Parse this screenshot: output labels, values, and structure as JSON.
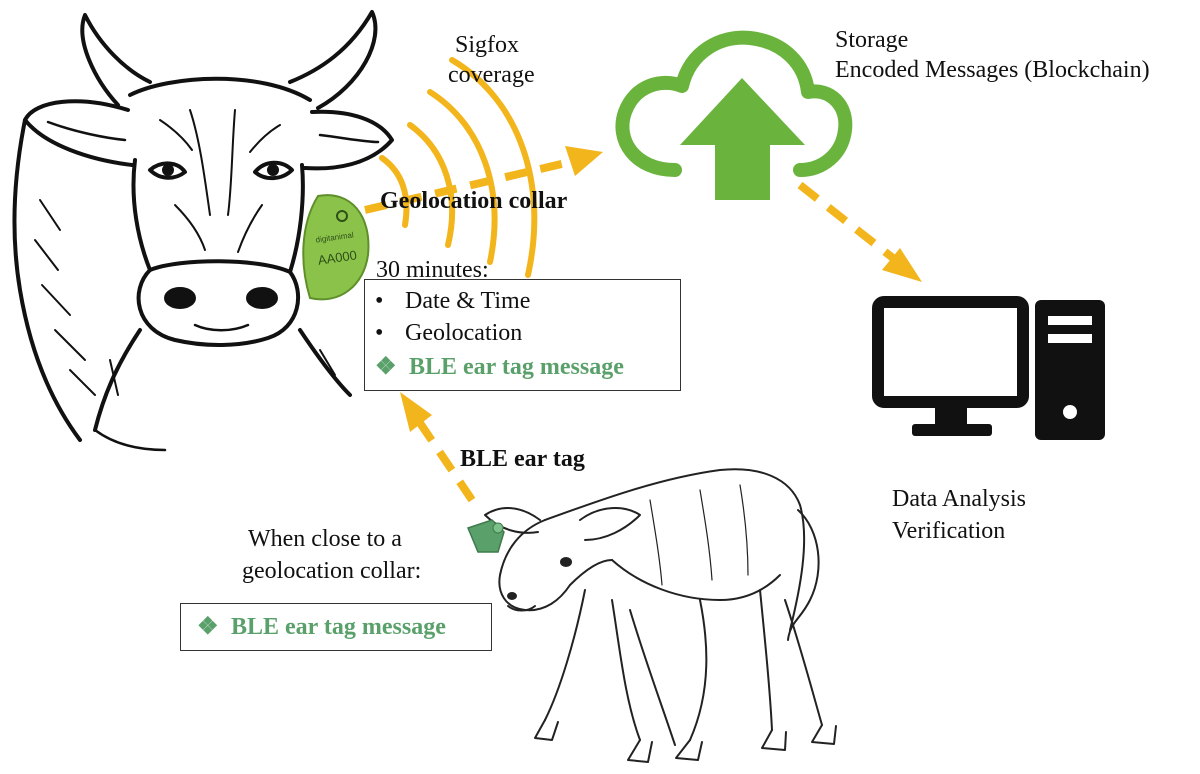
{
  "colors": {
    "arrow": "#f3b51c",
    "collar_green": "#8bc34a",
    "ear_tag_green": "#5aa06a",
    "cloud_green": "#6ab43e",
    "line": "#111111"
  },
  "icons": {
    "cloud": "cloud-upload-icon",
    "computer": "desktop-computer-icon",
    "signal": "wireless-signal-icon",
    "cow": "cow-illustration",
    "calf": "calf-illustration",
    "collar": "collar-device",
    "ear_tag": "ear-tag-device"
  },
  "labels": {
    "sigfox": [
      "Sigfox",
      "coverage"
    ],
    "storage": [
      "Storage",
      "Encoded Messages (Blockchain)"
    ],
    "collar_title": "Geolocation collar",
    "interval": "30 minutes:",
    "ear_tag_title": "BLE ear tag",
    "proximity": [
      "When close to a",
      "geolocation collar:"
    ],
    "analysis": [
      "Data Analysis",
      "Verification"
    ]
  },
  "collar_message": {
    "items": [
      "Date & Time",
      "Geolocation"
    ],
    "ble_item": "BLE ear tag message",
    "bullet": "•",
    "diamond": "❖"
  },
  "tag_message": {
    "ble_item": "BLE ear tag message",
    "diamond": "❖"
  },
  "device_text": {
    "collar_id": "AA000",
    "collar_brand": "digitanimal"
  }
}
